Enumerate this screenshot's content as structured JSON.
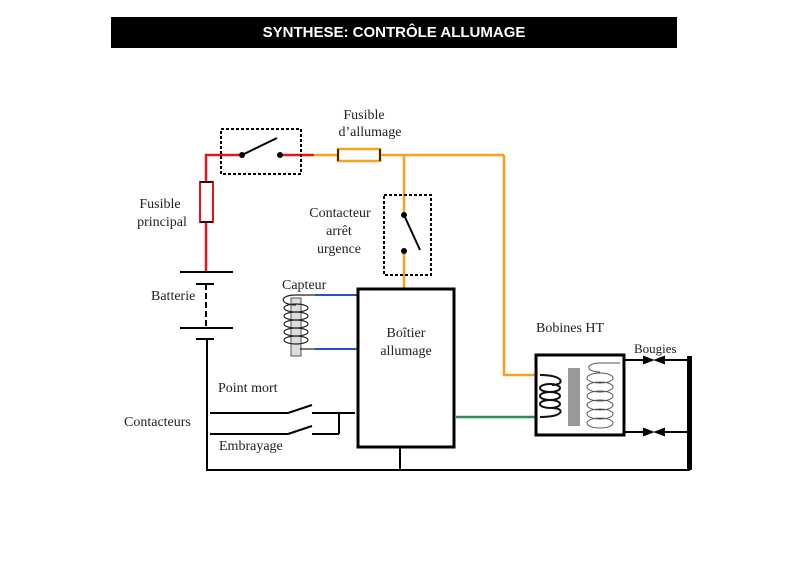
{
  "title": "SYNTHESE: CONTRÔLE ALLUMAGE",
  "labels": {
    "fusible_allumage_1": "Fusible",
    "fusible_allumage_2": "d’allumage",
    "fusible_principal_1": "Fusible",
    "fusible_principal_2": "principal",
    "contacteur_1": "Contacteur",
    "contacteur_2": "arrêt",
    "contacteur_3": "urgence",
    "capteur": "Capteur",
    "batterie": "Batterie",
    "boitier_1": "Boîtier",
    "boitier_2": "allumage",
    "bobines": "Bobines HT",
    "bougies": "Bougies",
    "point_mort": "Point mort",
    "contacteurs": "Contacteurs",
    "embrayage": "Embrayage"
  },
  "colors": {
    "battery_wire": "#e8141c",
    "ignition_wire": "#f5a21c",
    "sensor_wire": "#2a4bd7",
    "coil_wire": "#2e8b57",
    "ground_wire": "#000000"
  }
}
